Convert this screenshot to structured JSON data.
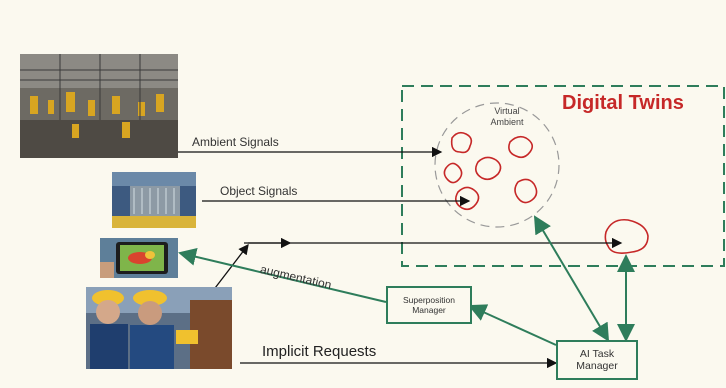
{
  "title": "Digital Twins",
  "virtual_ambient": "Virtual Ambient",
  "labels": {
    "ambient_signals": "Ambient Signals",
    "object_signals": "Object Signals",
    "augmentation": "augmentation",
    "implicit_requests": "Implicit Requests"
  },
  "boxes": {
    "superposition_manager": "Superposition Manager",
    "ai_task_manager": "AI Task Manager"
  },
  "photos": [
    "factory-floor-image",
    "turbine-machine-image",
    "tablet-ar-image",
    "workers-hardhats-image"
  ],
  "colors": {
    "accent_red": "#c62828",
    "twin_green": "#2e7d5b",
    "arrow_black": "#111111"
  }
}
